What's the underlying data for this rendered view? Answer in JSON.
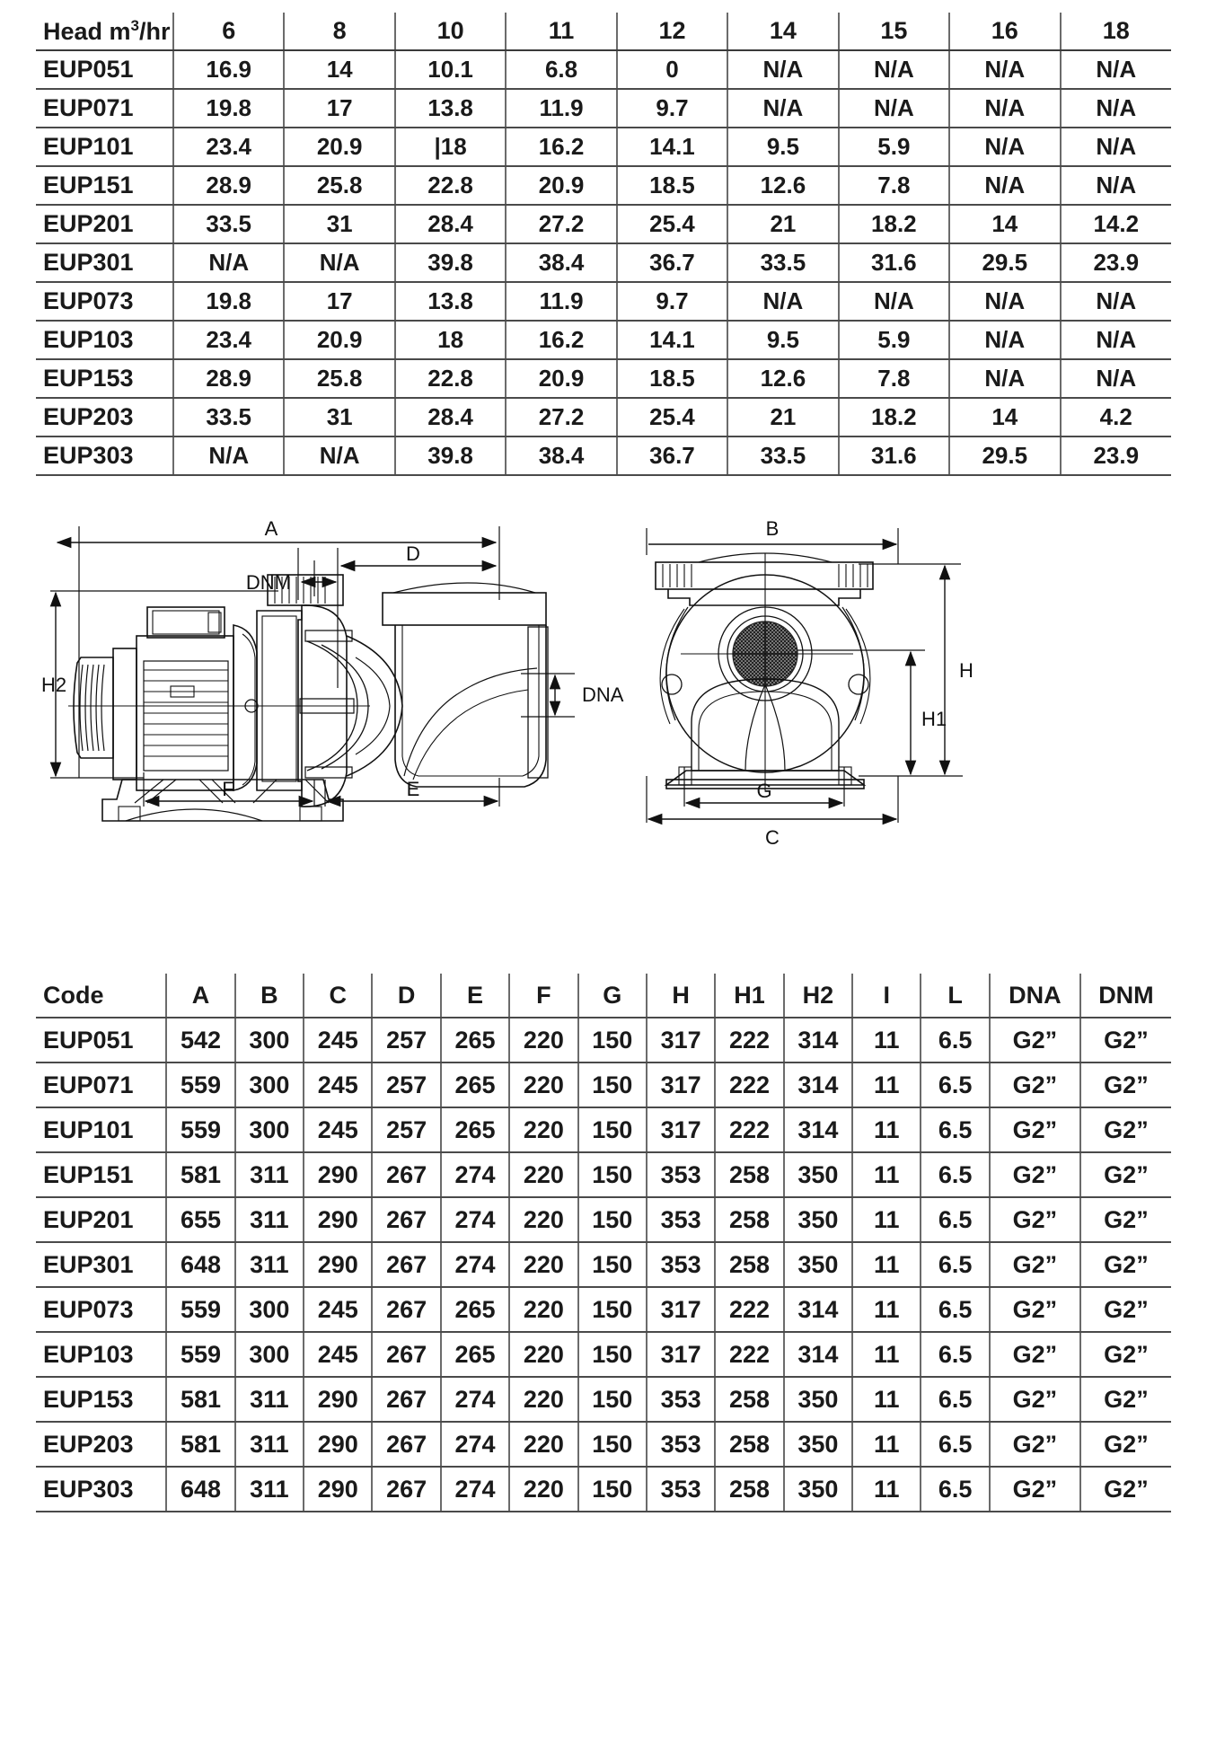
{
  "performance": {
    "title": "Pump performance head table",
    "corner_label": "Head m",
    "corner_sup": "3",
    "corner_suffix": "/hr",
    "columns": [
      "6",
      "8",
      "10",
      "11",
      "12",
      "14",
      "15",
      "16",
      "18"
    ],
    "rows": [
      {
        "code": "EUP051",
        "values": [
          "16.9",
          "14",
          "10.1",
          "6.8",
          "0",
          "N/A",
          "N/A",
          "N/A",
          "N/A"
        ]
      },
      {
        "code": "EUP071",
        "values": [
          "19.8",
          "17",
          "13.8",
          "11.9",
          "9.7",
          "N/A",
          "N/A",
          "N/A",
          "N/A"
        ]
      },
      {
        "code": "EUP101",
        "values": [
          "23.4",
          "20.9",
          "|18",
          "16.2",
          "14.1",
          "9.5",
          "5.9",
          "N/A",
          "N/A"
        ]
      },
      {
        "code": "EUP151",
        "values": [
          "28.9",
          "25.8",
          "22.8",
          "20.9",
          "18.5",
          "12.6",
          "7.8",
          "N/A",
          "N/A"
        ]
      },
      {
        "code": "EUP201",
        "values": [
          "33.5",
          "31",
          "28.4",
          "27.2",
          "25.4",
          "21",
          "18.2",
          "14",
          "14.2"
        ]
      },
      {
        "code": "EUP301",
        "values": [
          "N/A",
          "N/A",
          "39.8",
          "38.4",
          "36.7",
          "33.5",
          "31.6",
          "29.5",
          "23.9"
        ]
      },
      {
        "code": "EUP073",
        "values": [
          "19.8",
          "17",
          "13.8",
          "11.9",
          "9.7",
          "N/A",
          "N/A",
          "N/A",
          "N/A"
        ]
      },
      {
        "code": "EUP103",
        "values": [
          "23.4",
          "20.9",
          "18",
          "16.2",
          "14.1",
          "9.5",
          "5.9",
          "N/A",
          "N/A"
        ]
      },
      {
        "code": "EUP153",
        "values": [
          "28.9",
          "25.8",
          "22.8",
          "20.9",
          "18.5",
          "12.6",
          "7.8",
          "N/A",
          "N/A"
        ]
      },
      {
        "code": "EUP203",
        "values": [
          "33.5",
          "31",
          "28.4",
          "27.2",
          "25.4",
          "21",
          "18.2",
          "14",
          "4.2"
        ]
      },
      {
        "code": "EUP303",
        "values": [
          "N/A",
          "N/A",
          "39.8",
          "38.4",
          "36.7",
          "33.5",
          "31.6",
          "29.5",
          "23.9"
        ]
      }
    ]
  },
  "drawing": {
    "title": "Pump dimensional drawings",
    "side_view_labels": [
      "A",
      "D",
      "DNM",
      "DNA",
      "H2",
      "F",
      "E"
    ],
    "front_view_labels": [
      "B",
      "H",
      "H1",
      "G",
      "C"
    ],
    "labels": {
      "A": "A",
      "B": "B",
      "C": "C",
      "D": "D",
      "E": "E",
      "F": "F",
      "G": "G",
      "H": "H",
      "H1": "H1",
      "H2": "H2",
      "DNA": "DNA",
      "DNM": "DNM"
    }
  },
  "dimensions": {
    "title": "Pump dimensions table",
    "columns": [
      "Code",
      "A",
      "B",
      "C",
      "D",
      "E",
      "F",
      "G",
      "H",
      "H1",
      "H2",
      "I",
      "L",
      "DNA",
      "DNM"
    ],
    "rows": [
      {
        "code": "EUP051",
        "values": [
          "542",
          "300",
          "245",
          "257",
          "265",
          "220",
          "150",
          "317",
          "222",
          "314",
          "11",
          "6.5",
          "G2”",
          "G2”"
        ]
      },
      {
        "code": "EUP071",
        "values": [
          "559",
          "300",
          "245",
          "257",
          "265",
          "220",
          "150",
          "317",
          "222",
          "314",
          "11",
          "6.5",
          "G2”",
          "G2”"
        ]
      },
      {
        "code": "EUP101",
        "values": [
          "559",
          "300",
          "245",
          "257",
          "265",
          "220",
          "150",
          "317",
          "222",
          "314",
          "11",
          "6.5",
          "G2”",
          "G2”"
        ]
      },
      {
        "code": "EUP151",
        "values": [
          "581",
          "311",
          "290",
          "267",
          "274",
          "220",
          "150",
          "353",
          "258",
          "350",
          "11",
          "6.5",
          "G2”",
          "G2”"
        ]
      },
      {
        "code": "EUP201",
        "values": [
          "655",
          "311",
          "290",
          "267",
          "274",
          "220",
          "150",
          "353",
          "258",
          "350",
          "11",
          "6.5",
          "G2”",
          "G2”"
        ]
      },
      {
        "code": "EUP301",
        "values": [
          "648",
          "311",
          "290",
          "267",
          "274",
          "220",
          "150",
          "353",
          "258",
          "350",
          "11",
          "6.5",
          "G2”",
          "G2”"
        ]
      },
      {
        "code": "EUP073",
        "values": [
          "559",
          "300",
          "245",
          "267",
          "265",
          "220",
          "150",
          "317",
          "222",
          "314",
          "11",
          "6.5",
          "G2”",
          "G2”"
        ]
      },
      {
        "code": "EUP103",
        "values": [
          "559",
          "300",
          "245",
          "267",
          "265",
          "220",
          "150",
          "317",
          "222",
          "314",
          "11",
          "6.5",
          "G2”",
          "G2”"
        ]
      },
      {
        "code": "EUP153",
        "values": [
          "581",
          "311",
          "290",
          "267",
          "274",
          "220",
          "150",
          "353",
          "258",
          "350",
          "11",
          "6.5",
          "G2”",
          "G2”"
        ]
      },
      {
        "code": "EUP203",
        "values": [
          "581",
          "311",
          "290",
          "267",
          "274",
          "220",
          "150",
          "353",
          "258",
          "350",
          "11",
          "6.5",
          "G2”",
          "G2”"
        ]
      },
      {
        "code": "EUP303",
        "values": [
          "648",
          "311",
          "290",
          "267",
          "274",
          "220",
          "150",
          "353",
          "258",
          "350",
          "11",
          "6.5",
          "G2”",
          "G2”"
        ]
      }
    ]
  },
  "colors": {
    "ink": "#1a1a1a",
    "rule": "#4a4a4a",
    "background": "#ffffff"
  }
}
